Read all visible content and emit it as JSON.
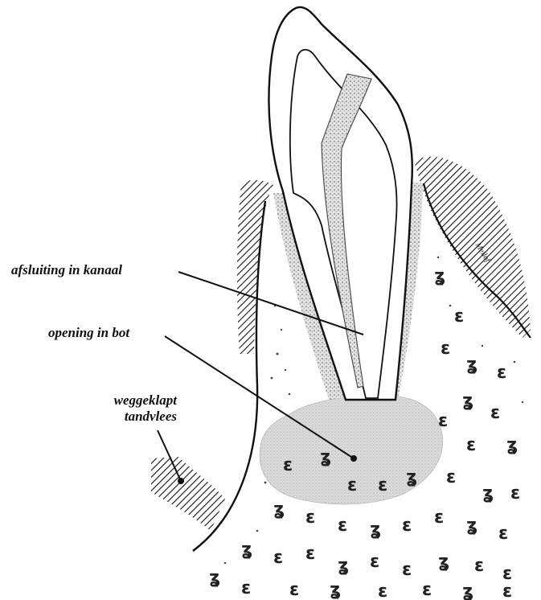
{
  "diagram": {
    "labels": {
      "canal_seal": "afsluiting in kanaal",
      "bone_opening": "opening in bot",
      "gum_line1": "weggeklapt",
      "gum_line2": "tandvlees"
    },
    "signature": "Meilof",
    "colors": {
      "ink": "#111111",
      "bone_stipple": "#9a9a9a",
      "lesion_fill": "#d2d2d2",
      "background": "#ffffff"
    }
  }
}
